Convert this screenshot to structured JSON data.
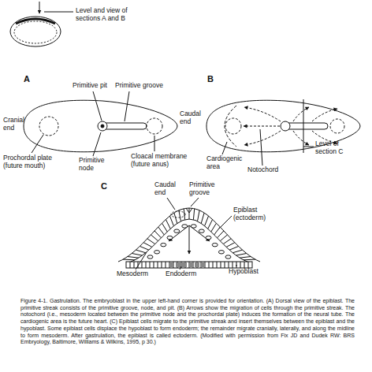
{
  "diagram": {
    "caption": "Figure 4-1. Gastrulation. The embryoblast in the upper left-hand corner is provided for orientation. (A) Dorsal view of the epiblast. The primitive streak consists of the primitive groove, node, and pit. (B) Arrows show the migration of cells through the primitive streak. The notochord (i.e., mesoderm located between the primitive node and the prochordal plate) induces the formation of the neural tube. The cardiogenic area is the future heart. (C) Epiblast cells migrate to the primitive streak and insert themselves between the epiblast and the hypoblast. Some epiblast cells displace the hypoblast to form endoderm; the remainder migrate cranially, laterally, and along the midline to form mesoderm. After gastrulation, the epiblast is called ectoderm. (Modified with permission from Fix JD and Dudek RW: BRS Embryology, Baltimore, Williams & Wilkins, 1995, p 30.)",
    "labels": [
      "Level and view of sections A and B",
      "A",
      "Primitive pit",
      "Primitive groove",
      "Cranial end",
      "Caudal end",
      "Prochordal plate (future mouth)",
      "Primitive node",
      "Cloacal membrane (future anus)",
      "B",
      "Cardiogenic area",
      "Notochord",
      "Level of section C",
      "C",
      "Caudal end",
      "Primitive groove",
      "Epiblast (ectoderm)",
      "Mesoderm",
      "Endoderm",
      "Hypoblast"
    ]
  }
}
